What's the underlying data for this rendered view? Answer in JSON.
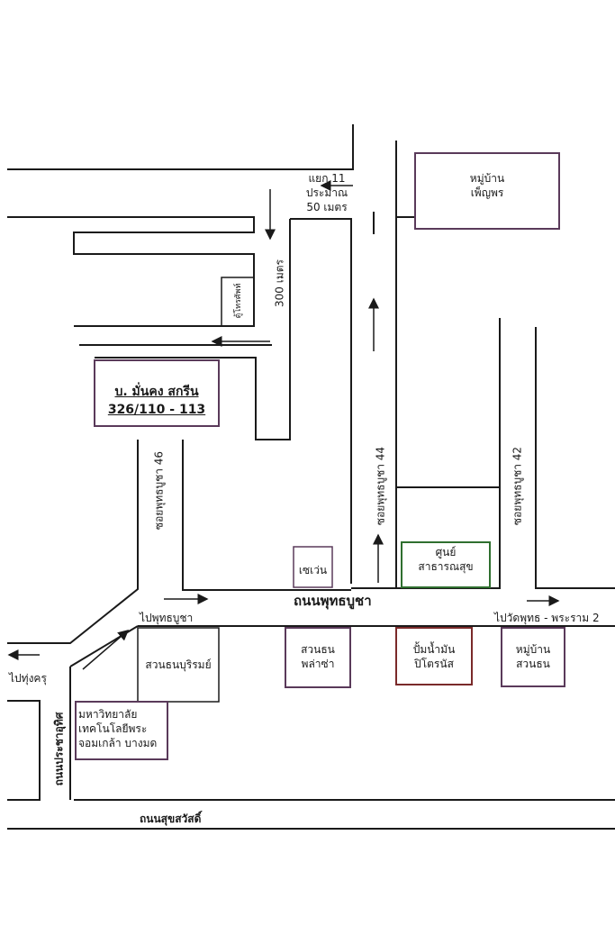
{
  "labels": {
    "junction11": {
      "line1": "แยก 11",
      "line2": "ประมาณ",
      "line3": "50 เมตร"
    },
    "village_phenphon": {
      "line1": "หมู่บ้าน",
      "line2": "เพ็ญพร"
    },
    "distance_300": "300 เมตร",
    "phone_booth": "ตู้โทรศัพท์",
    "company": {
      "line1": "บ. มั่นคง สกรีน",
      "line2": "326/110 - 113"
    },
    "soi_46": "ซอยพุทธบูชา 46",
    "soi_44": "ซอยพุทธบูชา 44",
    "soi_42": "ซอยพุทธบูชา 42",
    "seven_eleven": "เซเว่น",
    "health_center": {
      "line1": "ศูนย์",
      "line2": "สาธารณสุข"
    },
    "main_road": "ถนนพุทธบูชา",
    "to_phutthabucha": "ไปพุทธบูชา",
    "to_wat_phut": "ไปวัดพุทธ - พระราม 2",
    "to_thung_khru": "ไปทุ่งครุ",
    "suanthon_burirom": "สวนธนบุริรมย์",
    "suanthon_plaza": {
      "line1": "สวนธน",
      "line2": "พล่าซ่า"
    },
    "gas_station": {
      "line1": "ปั้มน้ำมัน",
      "line2": "ปิโตรนัส"
    },
    "village_suanthon": {
      "line1": "หมู่บ้าน",
      "line2": "สวนธน"
    },
    "university": {
      "line1": "มหาวิทยาลัย",
      "line2": "เทคโนโลยีพระ",
      "line3": "จอมเกล้า บางมด"
    },
    "pracha_uthit_rd": "ถนนประชาอุทิศ",
    "suksawat_rd": "ถนนสุขสวัสดิ์"
  },
  "colors": {
    "ink": "#1a1a1a",
    "building_outline": "#5a3a5a",
    "green_outline": "#2f6f2f",
    "red_outline": "#7a2a2a"
  }
}
